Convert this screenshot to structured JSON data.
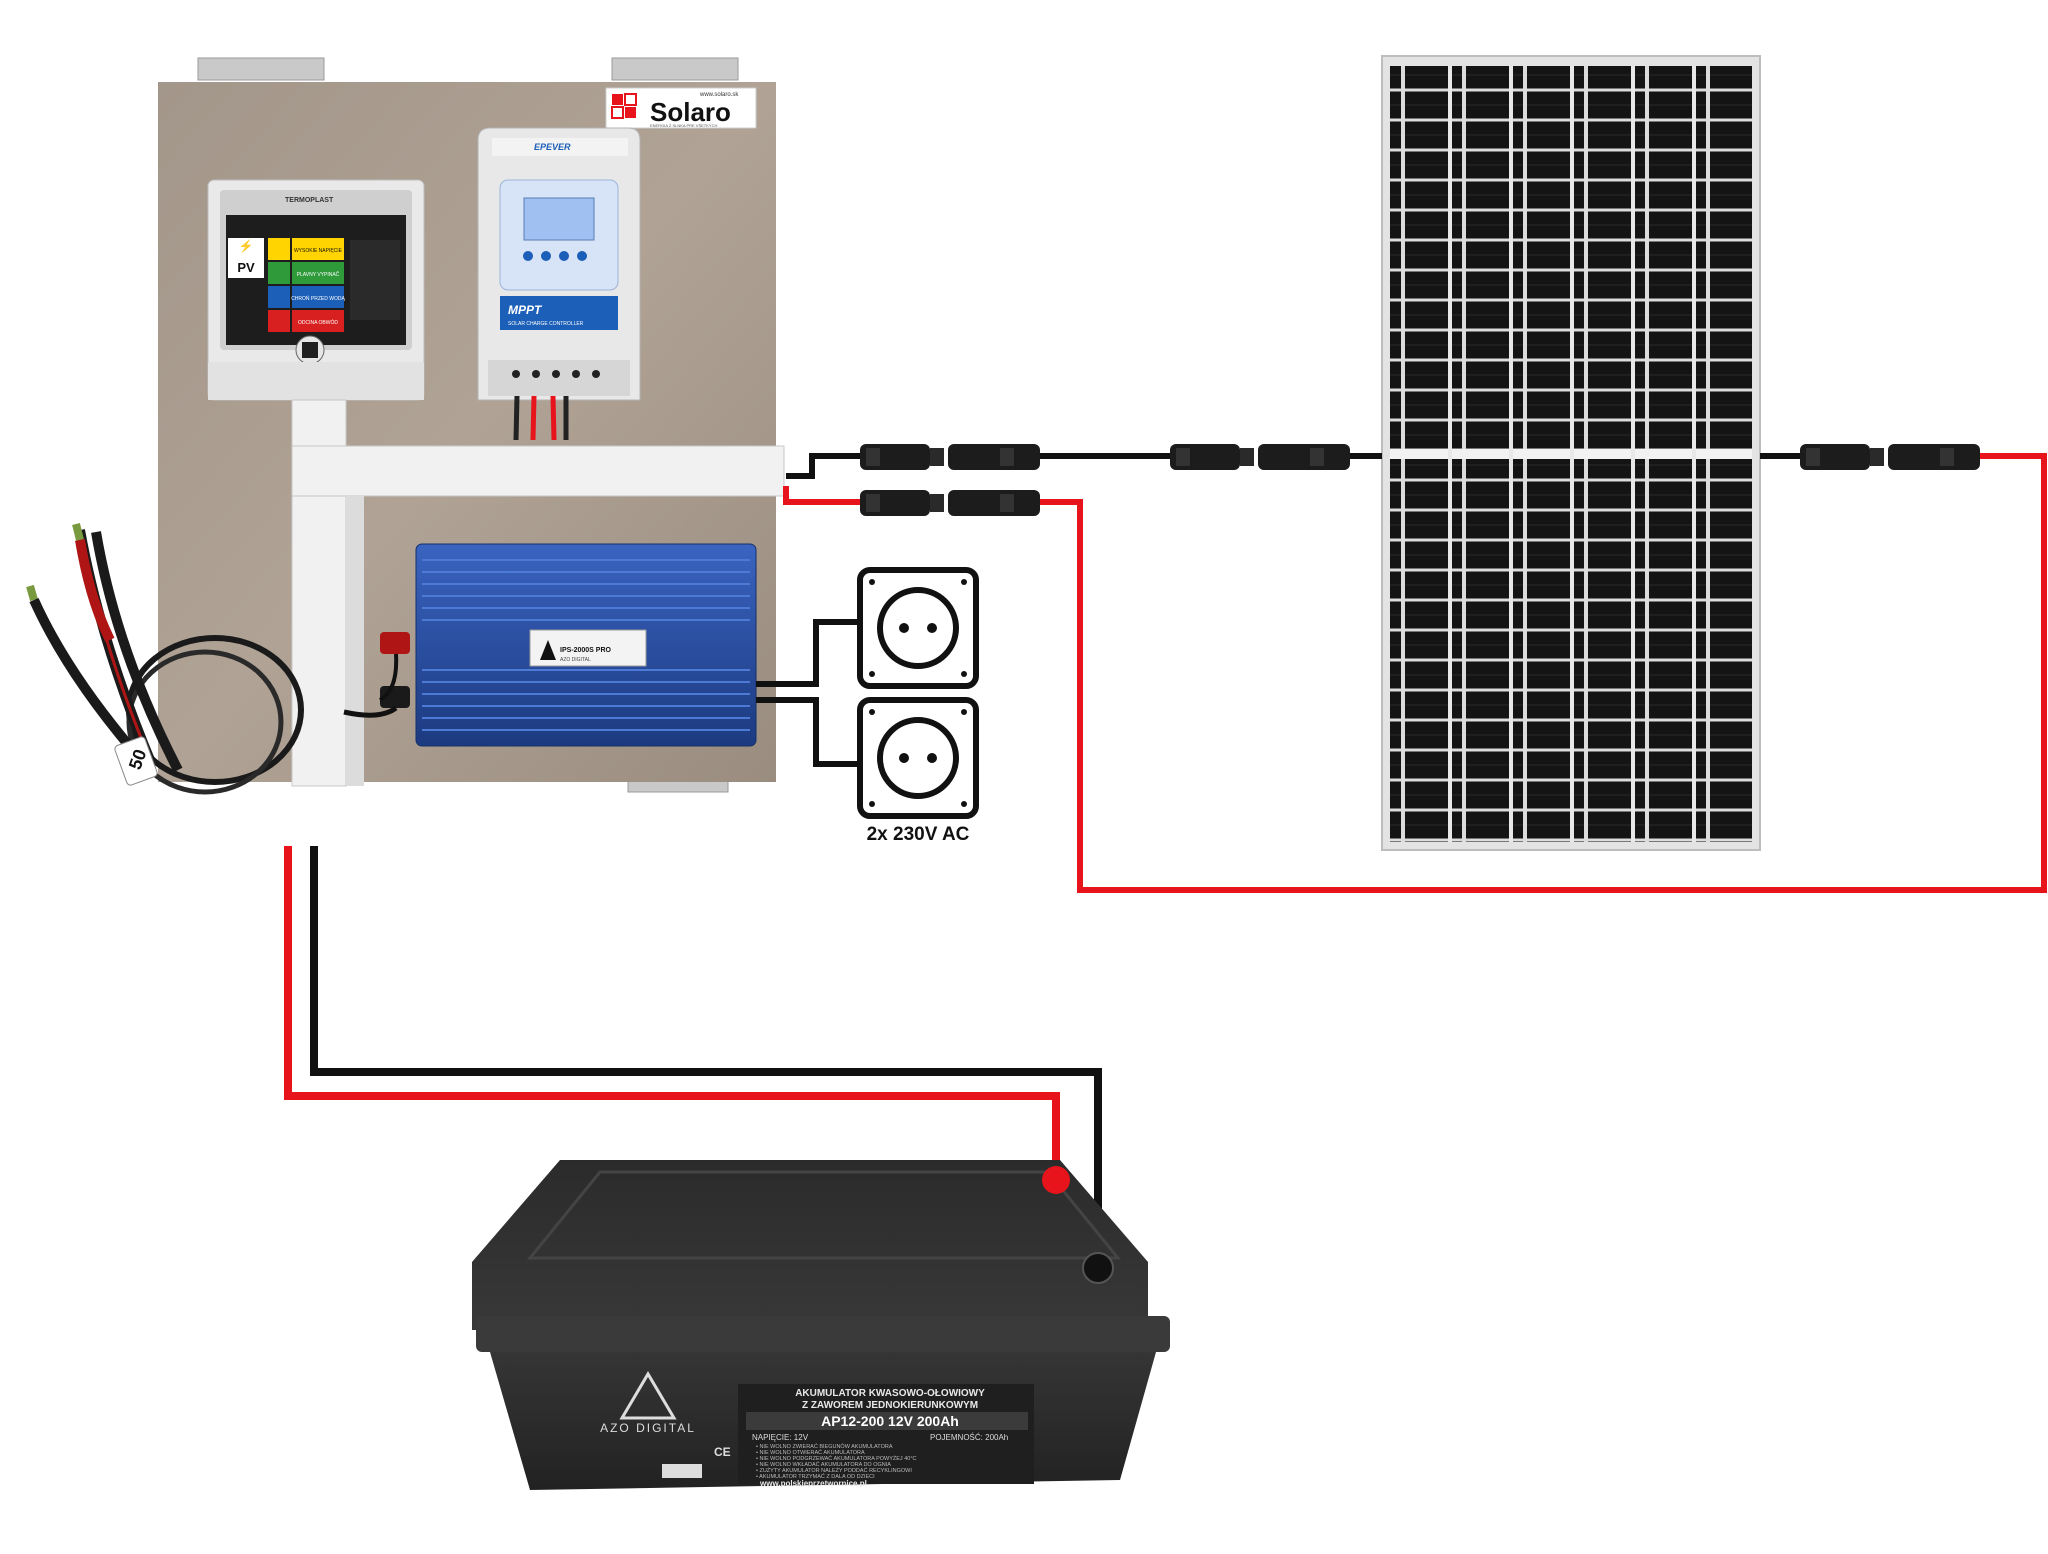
{
  "brand": {
    "name": "Solaro",
    "url": "www.solaro.sk",
    "tagline": "ENERGIA Z SLNKA PRE VŠETKÝCH"
  },
  "colors": {
    "positive_wire": "#e8141b",
    "negative_wire": "#111111",
    "board": "#a89b8b",
    "inverter": "#2a4ea0",
    "battery": "#2c2c2c",
    "panel_cell": "#141414"
  },
  "pv_box": {
    "brand": "TERMOPLAST",
    "pv_label": "PV",
    "warnings": [
      "WYSOKIE NAPIĘCIE",
      "PLAVNY VYPINAČ",
      "CHROŃ PRZED WODĄ",
      "ODCINA OBWÓD"
    ]
  },
  "charge_controller": {
    "brand": "EPEVER",
    "mode": "MPPT",
    "subtitle": "SOLAR CHARGE CONTROLLER"
  },
  "inverter": {
    "brand": "AZO DIGITAL",
    "model": "IPS-2000S PRO"
  },
  "sockets": {
    "count_label": "2x 230V AC"
  },
  "cable_tag": {
    "text": "50"
  },
  "battery": {
    "brand": "AZO DIGITAL",
    "title_line1": "AKUMULATOR KWASOWO-OŁOWIOWY",
    "title_line2": "Z ZAWOREM JEDNOKIERUNKOWYM",
    "model": "AP12-200 12V 200Ah",
    "voltage_label": "NAPIĘCIE: 12V",
    "capacity_label": "POJEMNOŚĆ: 200Ah",
    "warnings": [
      "• NIE WOLNO ZWIERAĆ BIEGUNÓW AKUMULATORA",
      "• NIE WOLNO OTWIERAĆ AKUMULATORA",
      "• NIE WOLNO PODGRZEWAĆ AKUMULATORA POWYŻEJ 40°C",
      "• NIE WOLNO WKŁADAĆ AKUMULATORA DO OGNIA",
      "• ZUŻYTY AKUMULATOR NALEŻY PODDAĆ RECYKLINGOWI",
      "• AKUMULATOR TRZYMAĆ Z DALA OD DZIECI"
    ],
    "website": "www.polskieprzetwornice.pl",
    "ce_mark": "CE"
  }
}
